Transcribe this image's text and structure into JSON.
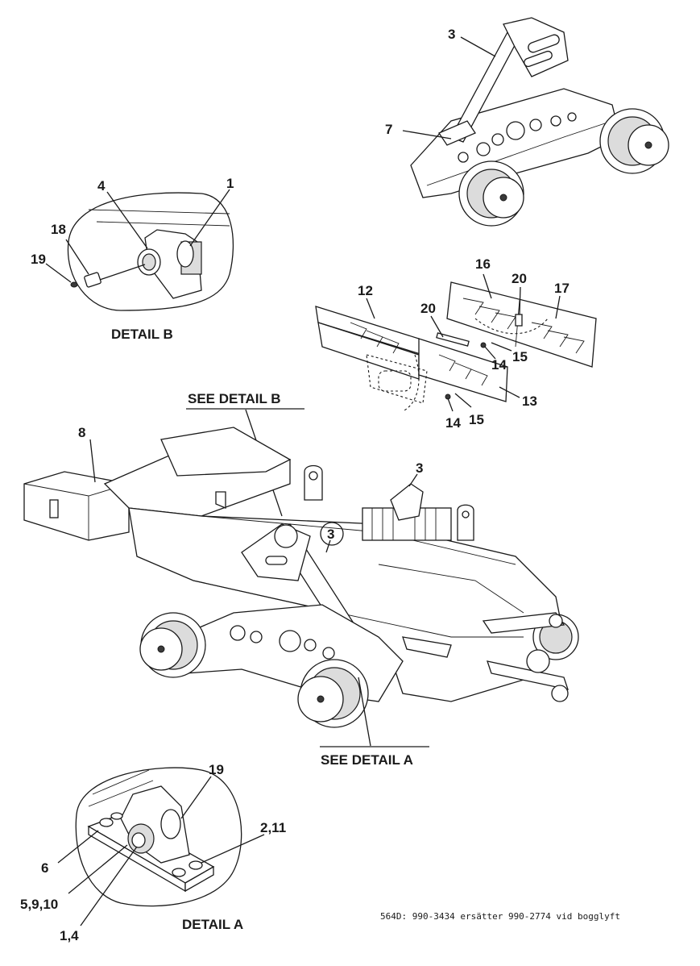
{
  "callouts": {
    "top_view": {
      "c3": "3",
      "c7": "7"
    },
    "detail_b": {
      "c4": "4",
      "c1": "1",
      "c18": "18",
      "c19": "19"
    },
    "plates": {
      "c16": "16",
      "c20a": "20",
      "c17": "17",
      "c12": "12",
      "c20b": "20",
      "c14a": "14",
      "c15a": "15",
      "c13": "13",
      "c14b": "14",
      "c15b": "15"
    },
    "main_view": {
      "c8": "8",
      "c3a": "3",
      "c3b": "3"
    },
    "detail_a": {
      "c19": "19",
      "c2_11": "2,11",
      "c6": "6",
      "c5_9_10": "5,9,10",
      "c1_4": "1,4"
    }
  },
  "captions": {
    "detail_b": "DETAIL B",
    "see_detail_b": "SEE DETAIL B",
    "see_detail_a": "SEE DETAIL A",
    "detail_a": "DETAIL A"
  },
  "note": "564D: 990-3434 ersätter 990-2774 vid bogglyft"
}
